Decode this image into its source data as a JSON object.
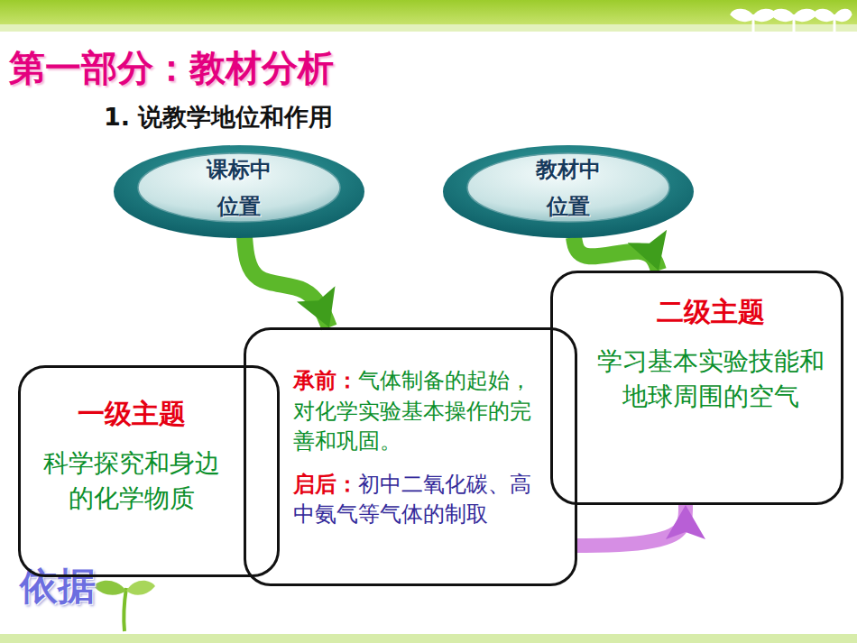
{
  "diagram": {
    "title": "第一部分：教材分析",
    "nodes": [
      {
        "text": [
          "课标中 位置"
        ]
      },
      {
        "text": [
          "教材中 位置"
        ]
      },
      {
        "text": [
          "一级主题",
          "科学探究和身边的化学物质"
        ]
      },
      {
        "text": [
          "承前：",
          "气体制备的起始，对化学实验基本操作的完善和巩固。",
          "启后：",
          "初中二氧化碳、高中氨气等气体的制取"
        ]
      },
      {
        "text": [
          "二级主题",
          "学习基本实验技能和地球周围的空气"
        ]
      }
    ],
    "edges": [
      {
        "from": 0,
        "to": 3,
        "arrow": "to"
      },
      {
        "from": 1,
        "to": 4,
        "arrow": "to"
      },
      {
        "from": 3,
        "to": 4,
        "arrow": "to"
      }
    ],
    "labels": [
      "1. 说教学地位和作用",
      "依据"
    ]
  }
}
